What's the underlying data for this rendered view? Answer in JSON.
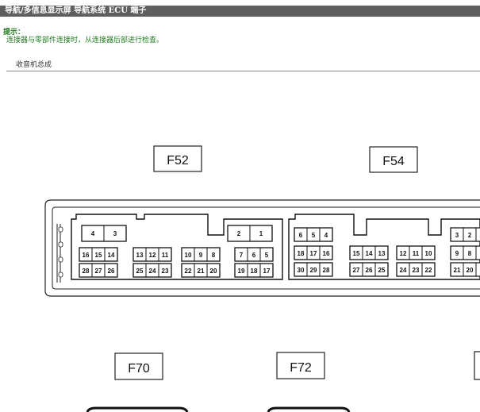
{
  "header": {
    "title": "导航/多信息显示屏 导航系统 ECU 端子"
  },
  "hint": {
    "label": "提示：",
    "text": "连接器与零部件连接时，从连接器后部进行检查。"
  },
  "section": {
    "title": "收音机总成"
  },
  "connectors": {
    "f52": "F52",
    "f54": "F54",
    "f70": "F70",
    "f72": "F72"
  },
  "pins": {
    "a": {
      "top": [
        "4",
        "3"
      ],
      "mid": [
        "16",
        "15",
        "14"
      ],
      "bot": [
        "28",
        "27",
        "26"
      ]
    },
    "b": {
      "mid": [
        "13",
        "12",
        "11"
      ],
      "bot": [
        "25",
        "24",
        "23"
      ]
    },
    "c": {
      "mid": [
        "10",
        "9",
        "8"
      ],
      "bot": [
        "22",
        "21",
        "20"
      ]
    },
    "d": {
      "top": [
        "2",
        "1"
      ],
      "mid": [
        "7",
        "6",
        "5"
      ],
      "bot": [
        "19",
        "18",
        "17"
      ]
    },
    "e": {
      "top": [
        "6",
        "5",
        "4"
      ],
      "mid": [
        "18",
        "17",
        "16"
      ],
      "bot": [
        "30",
        "29",
        "28"
      ]
    },
    "f": {
      "mid": [
        "15",
        "14",
        "13"
      ],
      "bot": [
        "27",
        "26",
        "25"
      ]
    },
    "g": {
      "mid": [
        "12",
        "11",
        "10"
      ],
      "bot": [
        "24",
        "23",
        "22"
      ]
    },
    "h": {
      "top": [
        "3",
        "2"
      ],
      "mid": [
        "9",
        "8"
      ],
      "bot": [
        "21",
        "20"
      ]
    }
  }
}
